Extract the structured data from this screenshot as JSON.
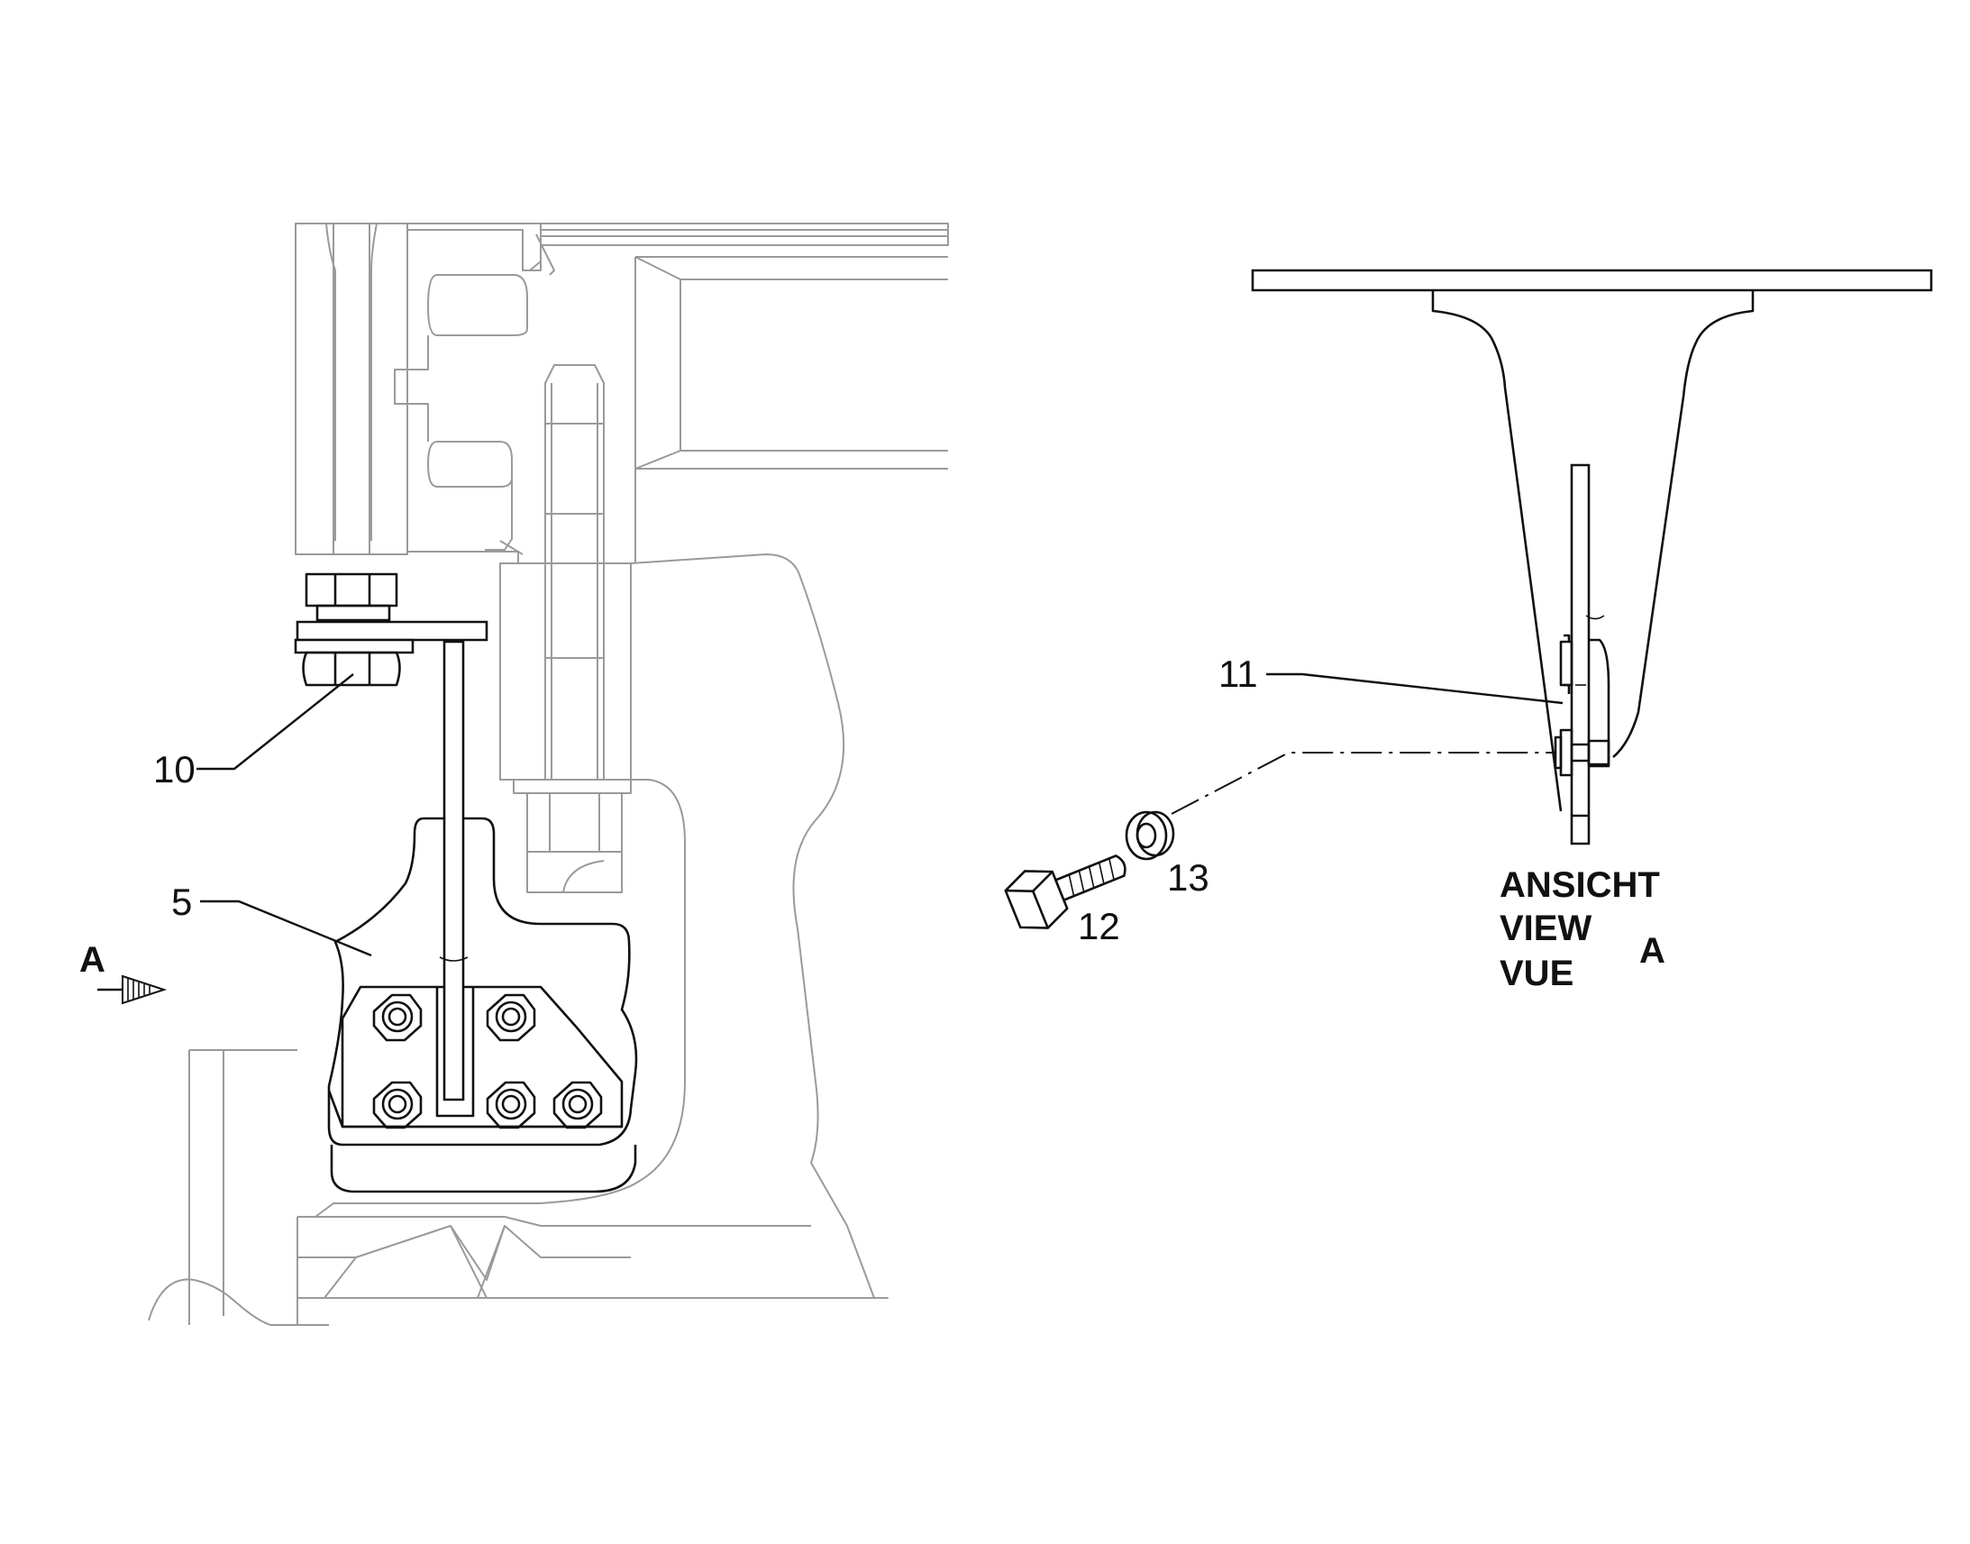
{
  "callouts": {
    "c10": "10",
    "c5": "5",
    "c11": "11",
    "c12": "12",
    "c13": "13"
  },
  "view_marker": {
    "arrow_letter": "A"
  },
  "view_caption": {
    "line1": "ANSICHT",
    "line2": "VIEW",
    "line3": "VUE",
    "letter": "A"
  }
}
